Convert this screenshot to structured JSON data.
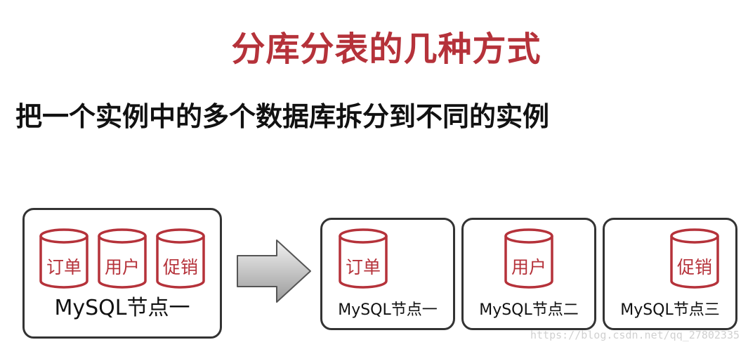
{
  "title": "分库分表的几种方式",
  "subtitle": "把一个实例中的多个数据库拆分到不同的实例",
  "source_node": {
    "label": "MySQL节点一",
    "databases": [
      "订单",
      "用户",
      "促销"
    ]
  },
  "target_nodes": [
    {
      "label": "MySQL节点一",
      "database": "订单"
    },
    {
      "label": "MySQL节点二",
      "database": "用户"
    },
    {
      "label": "MySQL节点三",
      "database": "促销"
    }
  ],
  "watermark": "https://blog.csdn.net/qq_27802335",
  "colors": {
    "accent": "#b5323a",
    "border": "#333333",
    "text": "#111111"
  }
}
